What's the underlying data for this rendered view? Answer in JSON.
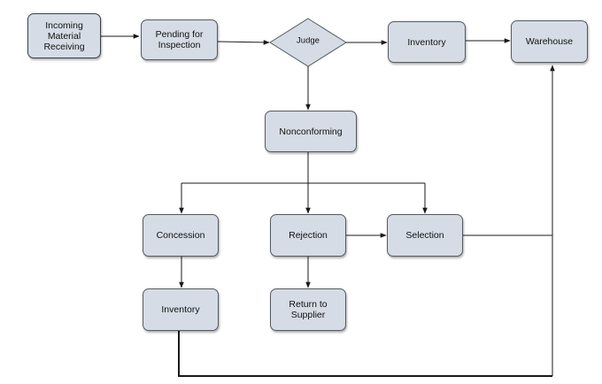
{
  "diagram": {
    "nodes": {
      "incoming": "Incoming\nMaterial\nReceiving",
      "pending": "Pending for\nInspection",
      "judge": "Judge",
      "inventory_top": "Inventory",
      "warehouse": "Warehouse",
      "nonconforming": "Nonconforming",
      "concession": "Concession",
      "rejection": "Rejection",
      "selection": "Selection",
      "inventory_bottom": "Inventory",
      "return_supplier": "Return to\nSupplier"
    },
    "colors": {
      "node_fill": "#d6dce5",
      "node_border": "#555a60",
      "line": "#1a1a1a"
    }
  }
}
